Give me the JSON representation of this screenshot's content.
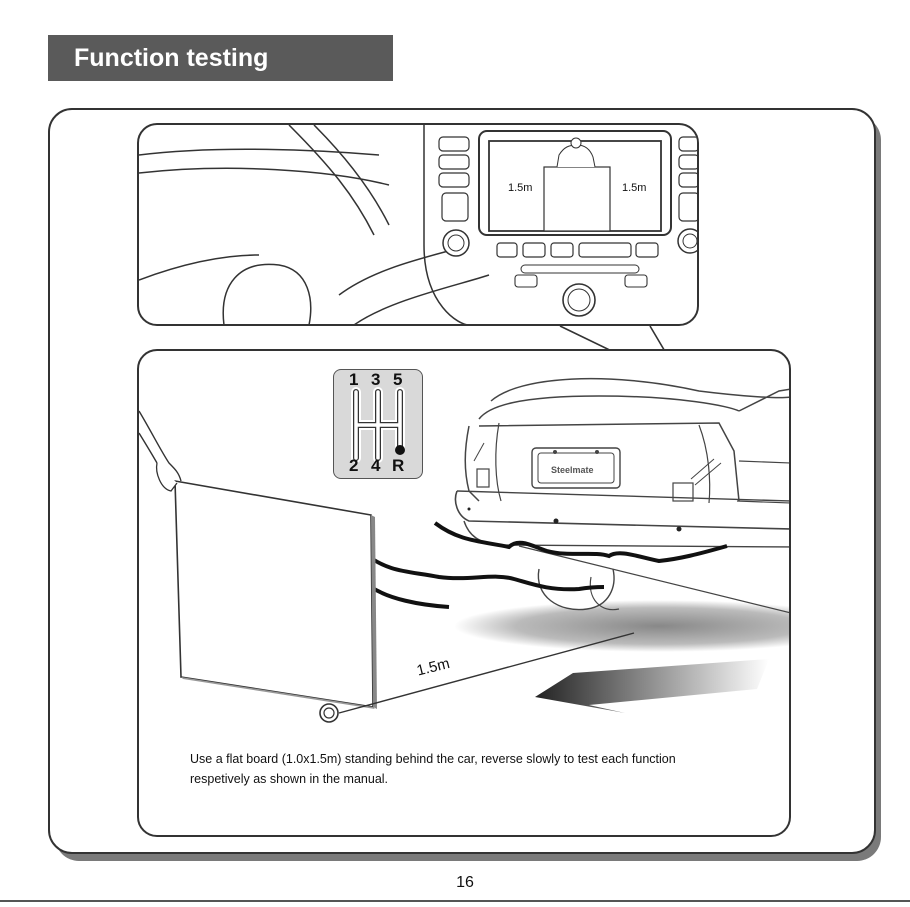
{
  "header": {
    "title": "Function testing"
  },
  "screen": {
    "left_distance": "1.5m",
    "right_distance": "1.5m"
  },
  "gear": {
    "top_labels": [
      "1",
      "3",
      "5"
    ],
    "bottom_labels": [
      "2",
      "4",
      "R"
    ]
  },
  "car": {
    "plate": "Steelmate"
  },
  "scene": {
    "distance_label": "1.5m"
  },
  "caption": {
    "line1": "Use a flat board (1.0x1.5m) standing behind the car, reverse slowly to test each function",
    "line2": "respetively as shown in the manual."
  },
  "footer": {
    "page_number": "16"
  }
}
